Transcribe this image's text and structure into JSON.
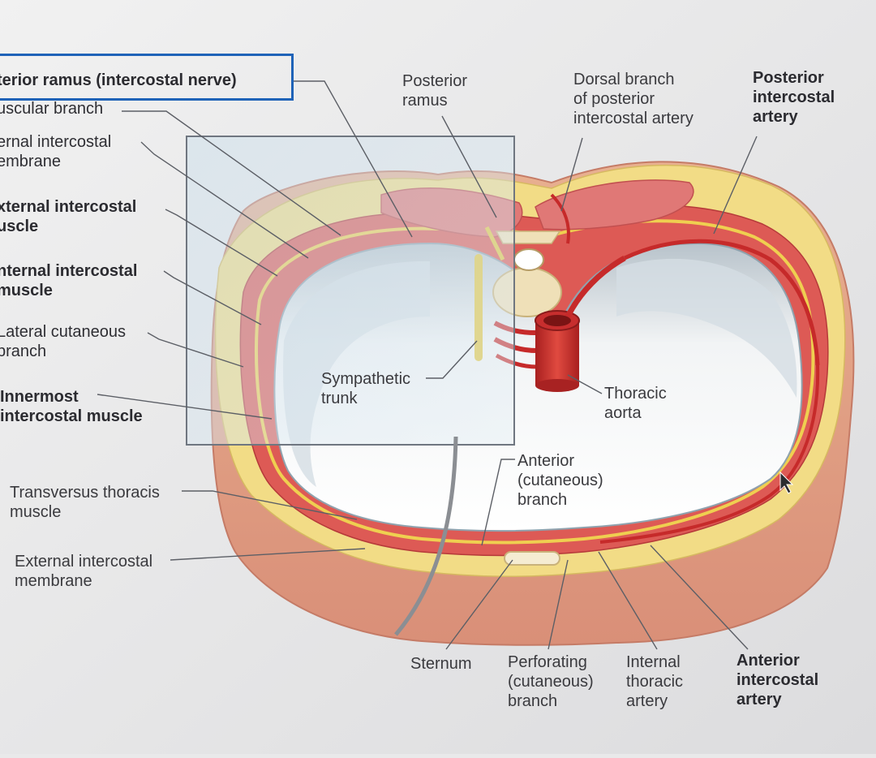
{
  "labels": {
    "anterior_ramus": "terior ramus (intercostal nerve)",
    "muscular_branch": "uscular branch",
    "internal_intercostal_membrane": "ernal intercostal\nembrane",
    "external_intercostal_muscle": "xternal intercostal\nuscle",
    "internal_intercostal_muscle": "nternal intercostal\nmuscle",
    "lateral_cutaneous_branch": "Lateral cutaneous\nbranch",
    "innermost_intercostal_muscle": "Innermost\nintercostal muscle",
    "transversus_thoracis": "Transversus thoracis\nmuscle",
    "external_intercostal_membrane": "External intercostal\nmembrane",
    "posterior_ramus": "Posterior\nramus",
    "dorsal_branch": "Dorsal branch\nof posterior\nintercostal artery",
    "posterior_intercostal_artery": "Posterior\nintercostal\nartery",
    "sympathetic_trunk": "Sympathetic\ntrunk",
    "thoracic_aorta": "Thoracic\naorta",
    "anterior_cutaneous_branch": "Anterior\n(cutaneous)\nbranch",
    "sternum": "Sternum",
    "perforating_branch": "Perforating\n(cutaneous)\nbranch",
    "internal_thoracic_artery": "Internal\nthoracic\nartery",
    "anterior_intercostal_artery": "Anterior\nintercostal\nartery"
  },
  "colors": {
    "highlight_box": "#1f63b8",
    "fat": "#f3dd84",
    "muscle": "#d8504f",
    "skin": "#e9a58a",
    "pleura": "#c9d6de",
    "artery": "#c62a2a",
    "nerve": "#e8c640"
  }
}
